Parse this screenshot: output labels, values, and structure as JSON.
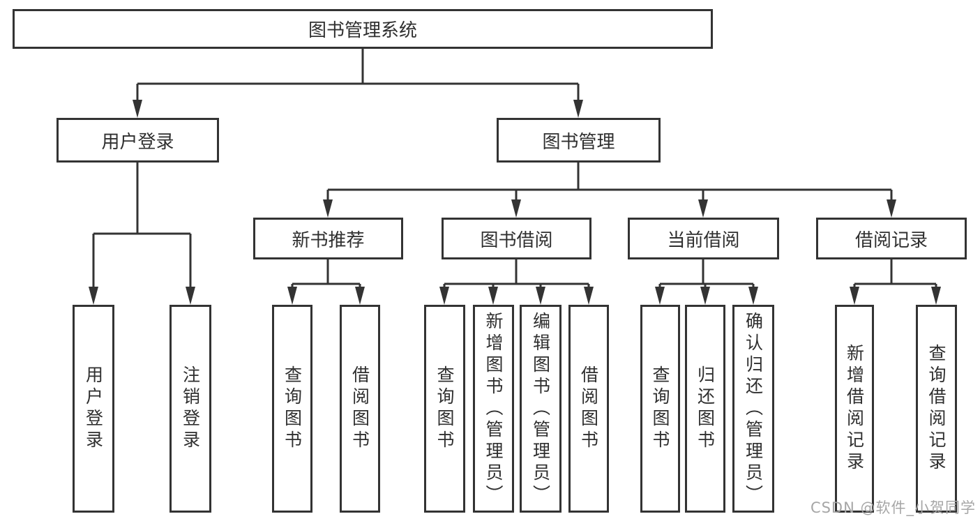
{
  "watermark": {
    "text": "CSDN @软件_小贺同学"
  },
  "colors": {
    "line": "#333333",
    "border": "#333333",
    "text": "#2f2f2f",
    "watermark": "#a6a6a6",
    "background": "#ffffff"
  },
  "tree": {
    "label": "图书管理系统",
    "children": [
      {
        "label": "用户登录",
        "children": [
          {
            "label": "用户登录"
          },
          {
            "label": "注销登录"
          }
        ]
      },
      {
        "label": "图书管理",
        "children": [
          {
            "label": "新书推荐",
            "children": [
              {
                "label": "查询图书"
              },
              {
                "label": "借阅图书"
              }
            ]
          },
          {
            "label": "图书借阅",
            "children": [
              {
                "label": "查询图书"
              },
              {
                "label": "新增图书（管理员）"
              },
              {
                "label": "编辑图书（管理员）"
              },
              {
                "label": "借阅图书"
              }
            ]
          },
          {
            "label": "当前借阅",
            "children": [
              {
                "label": "查询图书"
              },
              {
                "label": "归还图书"
              },
              {
                "label": "确认归还（管理员）"
              }
            ]
          },
          {
            "label": "借阅记录",
            "children": [
              {
                "label": "新增借阅记录"
              },
              {
                "label": "查询借阅记录"
              }
            ]
          }
        ]
      }
    ]
  }
}
